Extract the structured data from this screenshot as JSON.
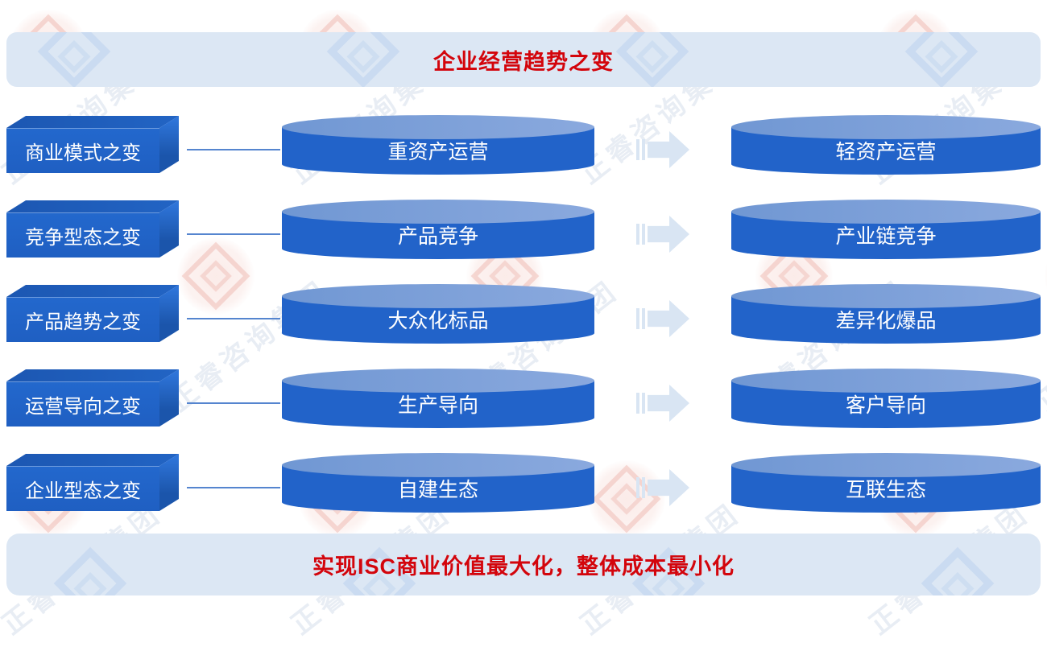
{
  "header": {
    "title": "企业经营趋势之变"
  },
  "footer": {
    "title": "实现ISC商业价值最大化，整体成本最小化"
  },
  "rows": [
    {
      "category": "商业模式之变",
      "from": "重资产运营",
      "to": "轻资产运营"
    },
    {
      "category": "竞争型态之变",
      "from": "产品竞争",
      "to": "产业链竞争"
    },
    {
      "category": "产品趋势之变",
      "from": "大众化标品",
      "to": "差异化爆品"
    },
    {
      "category": "运营导向之变",
      "from": "生产导向",
      "to": "客户导向"
    },
    {
      "category": "企业型态之变",
      "from": "自建生态",
      "to": "互联生态"
    }
  ],
  "watermark": {
    "text": "正睿咨询集团"
  },
  "colors": {
    "shape_blue": "#2263c9",
    "cylinder_top_blue": "#7d9fd8",
    "bar_light_blue": "#dce7f4",
    "title_red": "#d3050c",
    "arrow_light_blue": "#d9e5f3"
  }
}
